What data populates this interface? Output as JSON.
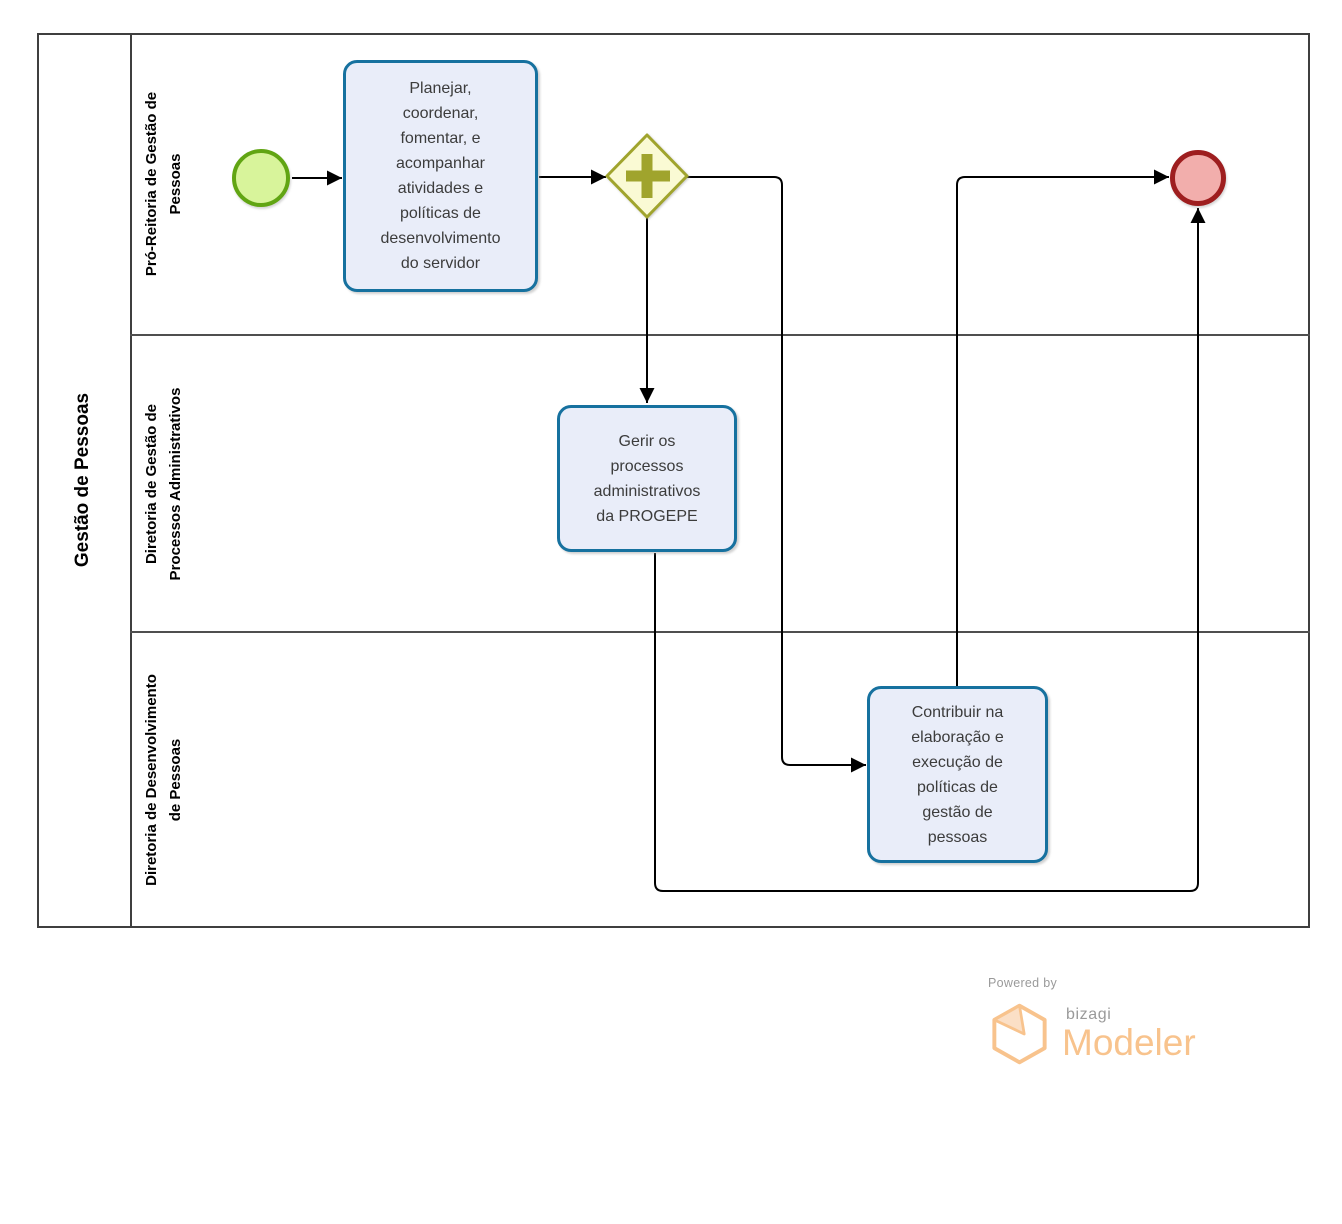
{
  "diagram": {
    "pool": {
      "label": "Gestão de Pessoas"
    },
    "lanes": [
      {
        "label_lines": [
          "Pró-Reitoria de Gestão de",
          "Pessoas"
        ]
      },
      {
        "label_lines": [
          "Diretoria de Gestão de",
          "Processos Administrativos"
        ]
      },
      {
        "label_lines": [
          "Diretoria de Desenvolvimento",
          "de Pessoas"
        ]
      }
    ],
    "tasks": [
      {
        "label_lines": [
          "Planejar,",
          "coordenar,",
          "fomentar, e",
          "acompanhar",
          "atividades e",
          "políticas de",
          "desenvolvimento",
          "do servidor"
        ]
      },
      {
        "label_lines": [
          "Gerir os",
          "processos",
          "administrativos",
          "da PROGEPE"
        ]
      },
      {
        "label_lines": [
          "Contribuir na",
          "elaboração e",
          "execução de",
          "políticas de",
          "gestão de",
          "pessoas"
        ]
      }
    ],
    "nodes": {
      "start_event": "start-event",
      "end_event": "end-event",
      "gateway": "parallel-gateway"
    }
  },
  "branding": {
    "powered_by": "Powered by",
    "brand": "bizagi",
    "product": "Modeler"
  },
  "colors": {
    "frame": "#3f3f3f",
    "lane-line": "#4f4f4f",
    "task-fill": "#e9edf9",
    "task-border": "#16719f",
    "task-text": "#3c3c3c",
    "start-fill": "#d8f49b",
    "start-border": "#61a513",
    "end-fill": "#f2aeac",
    "end-border": "#9e1e1f",
    "gateway-fill": "#fafad4",
    "gateway-border": "#a0a42d",
    "connector": "#000000",
    "brand-orange": "#f8c38d",
    "brand-gray": "#9a9a9a"
  }
}
